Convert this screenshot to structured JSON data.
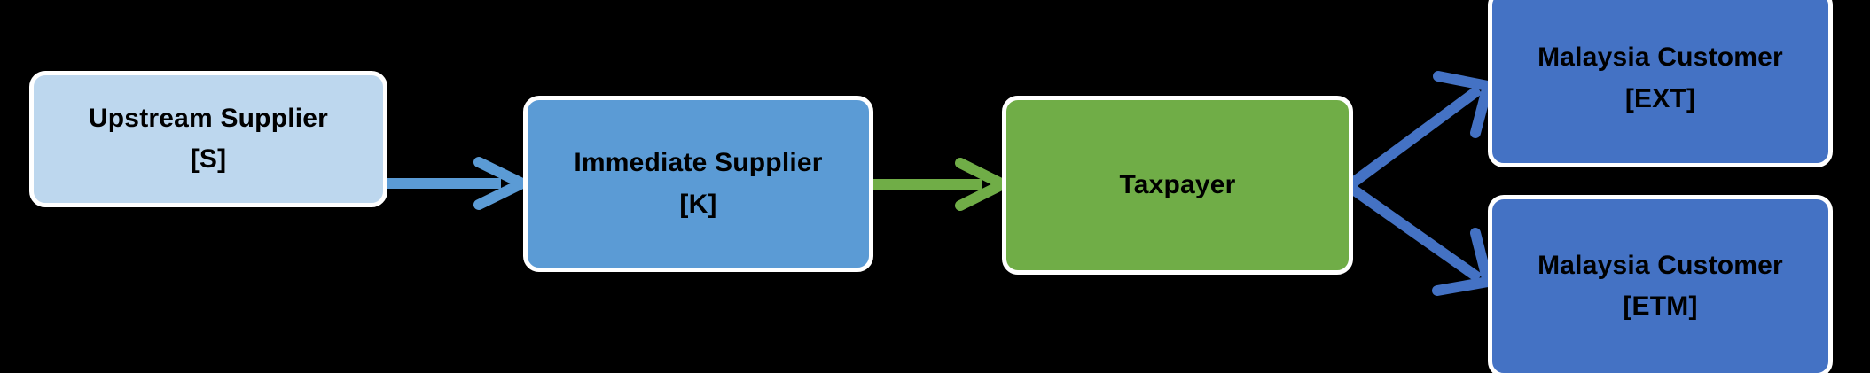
{
  "diagram": {
    "title": "Supply chain flow diagram",
    "background_color": "#000000",
    "nodes": [
      {
        "id": "upstream-supplier",
        "line1": "Upstream Supplier",
        "line2": "[S]",
        "fill": "#BDD7EE",
        "border": "#FFFFFF",
        "text_color": "#000000"
      },
      {
        "id": "immediate-supplier",
        "line1": "Immediate Supplier",
        "line2": "[K]",
        "fill": "#5B9BD5",
        "border": "#FFFFFF",
        "text_color": "#000000"
      },
      {
        "id": "taxpayer",
        "line1": "Taxpayer",
        "line2": "",
        "fill": "#70AD47",
        "border": "#FFFFFF",
        "text_color": "#000000"
      },
      {
        "id": "customer-ext",
        "line1": "Malaysia Customer",
        "line2": "[EXT]",
        "fill": "#4472C4",
        "border": "#FFFFFF",
        "text_color": "#000000"
      },
      {
        "id": "customer-etm",
        "line1": "Malaysia Customer",
        "line2": "[ETM]",
        "fill": "#4472C4",
        "border": "#FFFFFF",
        "text_color": "#000000"
      }
    ],
    "connectors": [
      {
        "id": "upstream-to-immediate",
        "from": "upstream-supplier",
        "to": "immediate-supplier",
        "color": "#5B9BD5",
        "style": "straight-arrow"
      },
      {
        "id": "immediate-to-taxpayer",
        "from": "immediate-supplier",
        "to": "taxpayer",
        "color": "#70AD47",
        "style": "straight-arrow"
      },
      {
        "id": "taxpayer-to-customer-ext",
        "from": "taxpayer",
        "to": "customer-ext",
        "color": "#4472C4",
        "style": "diagonal-arrow-up"
      },
      {
        "id": "taxpayer-to-customer-etm",
        "from": "taxpayer",
        "to": "customer-etm",
        "color": "#4472C4",
        "style": "diagonal-arrow-down"
      }
    ]
  }
}
